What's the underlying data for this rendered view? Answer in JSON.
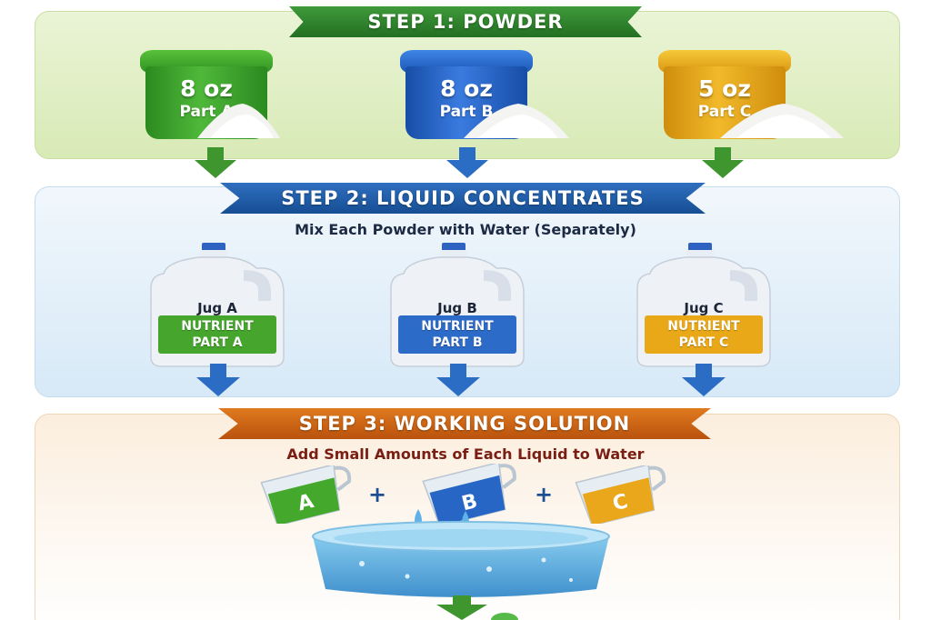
{
  "steps": [
    {
      "title": "STEP 1:  POWDER",
      "containers": [
        {
          "amount": "8 oz",
          "part": "Part A",
          "color": "#3aa12d"
        },
        {
          "amount": "8 oz",
          "part": "Part B",
          "color": "#2260c4"
        },
        {
          "amount": "5 oz",
          "part": "Part C",
          "color": "#e6a416"
        }
      ]
    },
    {
      "title": "STEP 2:  LIQUID CONCENTRATES",
      "subtitle": "Mix Each Powder with Water (Separately)",
      "jugs": [
        {
          "name": "Jug A",
          "line1": "NUTRIENT",
          "line2": "PART A",
          "color": "#45a52c"
        },
        {
          "name": "Jug B",
          "line1": "NUTRIENT",
          "line2": "PART B",
          "color": "#2d6bc8"
        },
        {
          "name": "Jug C",
          "line1": "NUTRIENT",
          "line2": "PART C",
          "color": "#e9a818"
        }
      ]
    },
    {
      "title": "STEP 3:  WORKING SOLUTION",
      "subtitle": "Add Small Amounts of Each Liquid to Water",
      "cups": [
        {
          "letter": "A",
          "color": "#44a82c"
        },
        {
          "letter": "B",
          "color": "#2766c4"
        },
        {
          "letter": "C",
          "color": "#eba71b"
        }
      ],
      "operators": [
        "+",
        "+"
      ]
    }
  ],
  "colors": {
    "step1_accent": "#2e8a2c",
    "step2_accent": "#1d5da9",
    "step3_accent": "#cf6614"
  },
  "icons": [
    "down-arrow-icon",
    "water-basin-icon",
    "pouring-cup-icon",
    "jug-icon",
    "powder-tub-icon"
  ]
}
